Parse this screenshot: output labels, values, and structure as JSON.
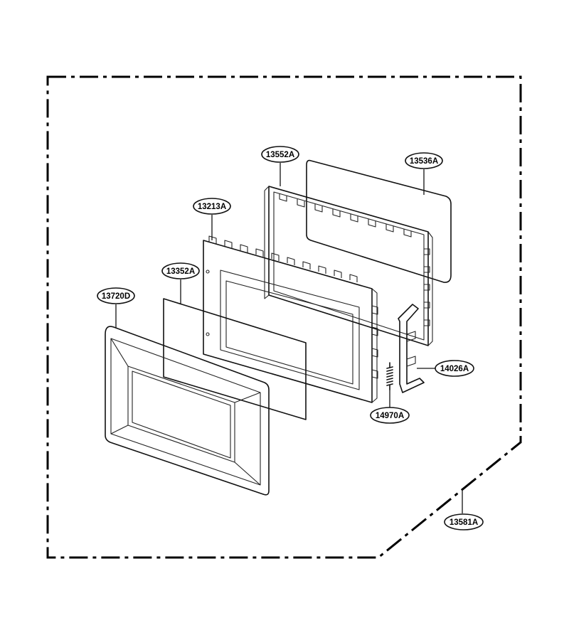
{
  "parts": {
    "p13552A": "13552A",
    "p13536A": "13536A",
    "p13213A": "13213A",
    "p13352A": "13352A",
    "p13720D": "13720D",
    "p14026A": "14026A",
    "p14970A": "14970A",
    "p13581A": "13581A"
  }
}
